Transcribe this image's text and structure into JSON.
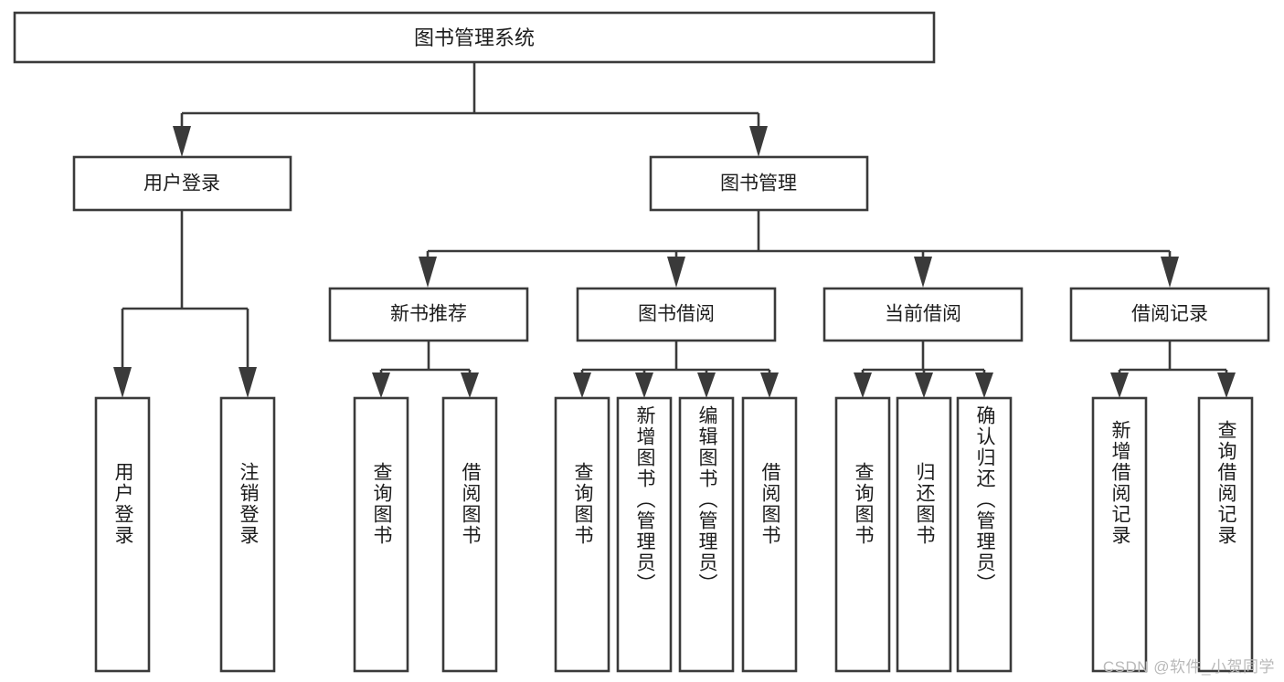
{
  "diagram": {
    "type": "tree-hierarchy",
    "title": "图书管理系统",
    "root": {
      "label": "图书管理系统"
    },
    "level1": [
      {
        "label": "用户登录"
      },
      {
        "label": "图书管理"
      }
    ],
    "level2": [
      {
        "label": "新书推荐"
      },
      {
        "label": "图书借阅"
      },
      {
        "label": "当前借阅"
      },
      {
        "label": "借阅记录"
      }
    ],
    "leaves": {
      "user_login": [
        {
          "label": "用户登录"
        },
        {
          "label": "注销登录"
        }
      ],
      "new_book_recommend": [
        {
          "label": "查询图书"
        },
        {
          "label": "借阅图书"
        }
      ],
      "book_borrow": [
        {
          "label": "查询图书"
        },
        {
          "label": "新增图书（管理员）"
        },
        {
          "label": "编辑图书（管理员）"
        },
        {
          "label": "借阅图书"
        }
      ],
      "current_borrow": [
        {
          "label": "查询图书"
        },
        {
          "label": "归还图书"
        },
        {
          "label": "确认归还（管理员）"
        }
      ],
      "borrow_records": [
        {
          "label": "新增借阅记录"
        },
        {
          "label": "查询借阅记录"
        }
      ]
    }
  },
  "watermark": {
    "text": "CSDN @软件_小贺同学"
  },
  "colors": {
    "stroke": "#3a3a3a",
    "node_fill": "#ffffff",
    "text": "#1c1c1c",
    "background": "#ffffff",
    "watermark": "#b9b9b9"
  }
}
